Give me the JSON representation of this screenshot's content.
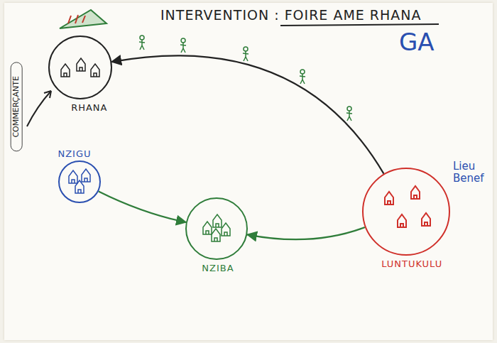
{
  "diagram": {
    "title": "INTERVENTION : FOIRE AME RHANA",
    "nodes": [
      {
        "text": [
          "RHANA"
        ]
      },
      {
        "text": [
          "NZIGU"
        ]
      },
      {
        "text": [
          "NZIBA"
        ]
      },
      {
        "text": [
          "LUNTUKULU"
        ]
      }
    ],
    "edges": [
      {
        "from": 3,
        "to": 0,
        "arrow": "to"
      },
      {
        "from": 3,
        "to": 2,
        "arrow": "to"
      },
      {
        "from": 1,
        "to": 2,
        "arrow": "to"
      }
    ],
    "labels": [
      "GA",
      "COMMERÇANTE",
      "Lieu Benef"
    ]
  }
}
